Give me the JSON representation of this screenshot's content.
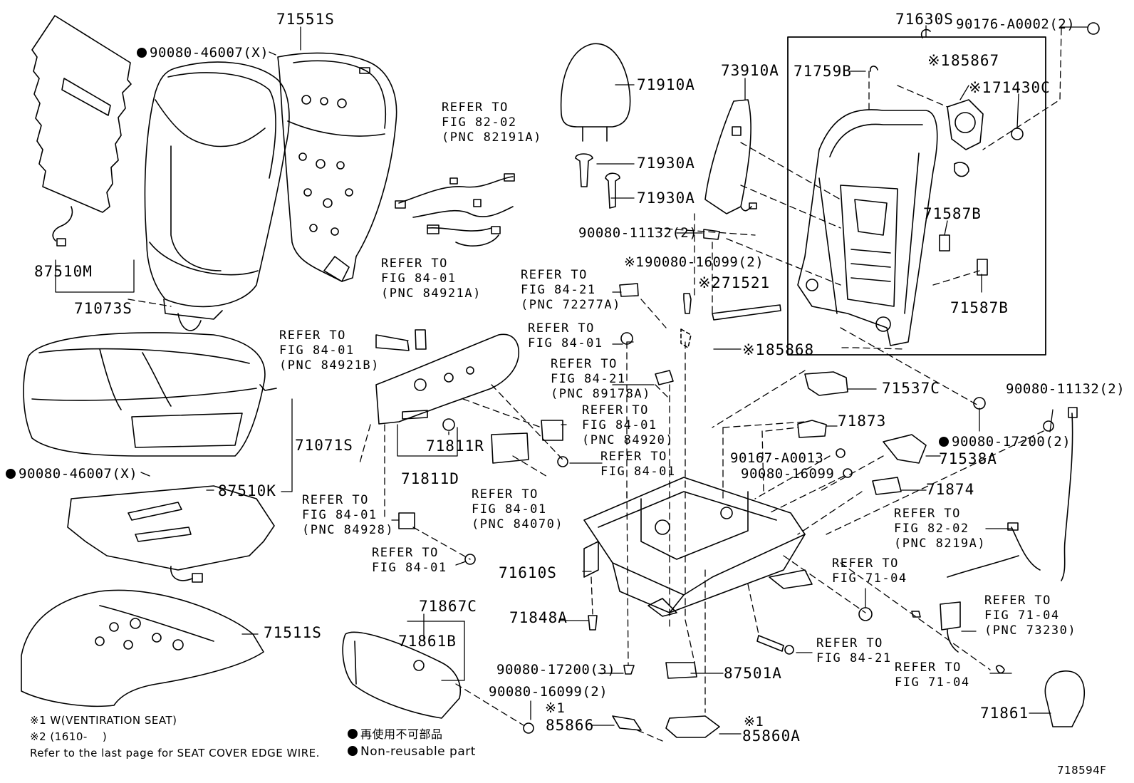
{
  "diagram_id": "718594F",
  "parts": {
    "p71551S": "71551S",
    "p90080_46007_top": "90080-46007(X)",
    "p87510M": "87510M",
    "p71073S": "71073S",
    "p71071S": "71071S",
    "p90080_46007_bot": "90080-46007(X)",
    "p87510K": "87510K",
    "p71511S": "71511S",
    "p71910A": "71910A",
    "p71930A_1": "71930A",
    "p71930A_2": "71930A",
    "p73910A": "73910A",
    "p90080_11132_a": "90080-11132(2)",
    "p90080_16099_a": "90080-16099(2)",
    "p71521": "71521",
    "p85868": "85868",
    "p71630S": "71630S",
    "p90176": "90176-A0002(2)",
    "p71759B": "71759B",
    "p85867": "85867",
    "p71430C": "71430C",
    "p71587B_1": "71587B",
    "p71587B_2": "71587B",
    "p71537C": "71537C",
    "p90080_11132_b": "90080-11132(2)",
    "p90080_17200_a": "90080-17200(2)",
    "p71538A": "71538A",
    "p71873": "71873",
    "p90167": "90167-A0013",
    "p90080_16099_b": "90080-16099",
    "p71874": "71874",
    "p71811R": "71811R",
    "p71811D": "71811D",
    "p71610S": "71610S",
    "p71848A": "71848A",
    "p71867C": "71867C",
    "p71861B": "71861B",
    "p90080_17200_b": "90080-17200(3)",
    "p87501A": "87501A",
    "p90080_16099_c": "90080-16099(2)",
    "p85866": "85866",
    "p85860A": "85860A",
    "p71861": "71861"
  },
  "marks": {
    "mark1": "※1",
    "mark2": "※2"
  },
  "refs": {
    "r82191A": [
      "REFER TO",
      "FIG 82-02",
      "(PNC 82191A)"
    ],
    "r84921A": [
      "REFER TO",
      "FIG 84-01",
      "(PNC 84921A)"
    ],
    "r84921B": [
      "REFER TO",
      "FIG 84-01",
      "(PNC 84921B)"
    ],
    "r72277A": [
      "REFER TO",
      "FIG 84-21",
      "(PNC 72277A)"
    ],
    "r84_01_a": [
      "REFER TO",
      "FIG 84-01"
    ],
    "r89178A": [
      "REFER TO",
      "FIG 84-21",
      "(PNC 89178A)"
    ],
    "r84920": [
      "REFER TO",
      "FIG 84-01",
      "(PNC 84920)"
    ],
    "r84_01_b": [
      "REFER TO",
      "FIG 84-01"
    ],
    "r84070": [
      "REFER TO",
      "FIG 84-01",
      "(PNC 84070)"
    ],
    "r84928": [
      "REFER TO",
      "FIG 84-01",
      "(PNC 84928)"
    ],
    "r84_01_c": [
      "REFER TO",
      "FIG 84-01"
    ],
    "r8219A": [
      "REFER TO",
      "FIG 82-02",
      "(PNC 8219A)"
    ],
    "r71_04_a": [
      "REFER TO",
      "FIG 71-04"
    ],
    "r73230": [
      "REFER TO",
      "FIG 71-04",
      "(PNC 73230)"
    ],
    "r84_21": [
      "REFER TO",
      "FIG 84-21"
    ],
    "r71_04_b": [
      "REFER TO",
      "FIG 71-04"
    ]
  },
  "footnotes": {
    "n1": "※1 W(VENTIRATION SEAT)",
    "n2": "※2 (1610-    )",
    "n3": "Refer to the last page for SEAT COVER EDGE WIRE.",
    "legend_jp": "再使用不可部品",
    "legend_en": "Non-reusable part"
  }
}
